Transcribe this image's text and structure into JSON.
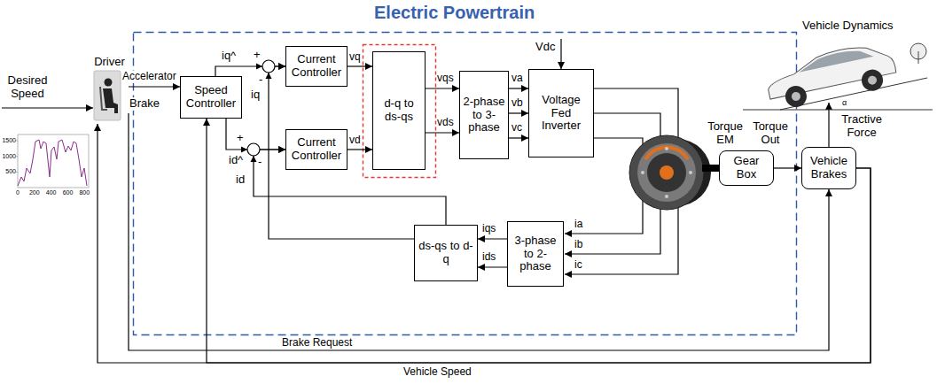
{
  "diagram": {
    "title": "Electric Powertrain",
    "nodes": [
      {
        "text": [
          "Driver"
        ]
      },
      {
        "text": [
          "Speed Controller"
        ]
      },
      {
        "text": [
          "Current Controller"
        ]
      },
      {
        "text": [
          "Current Controller"
        ]
      },
      {
        "text": [
          "d-q to ds-qs"
        ]
      },
      {
        "text": [
          "2-phase to 3-phase"
        ]
      },
      {
        "text": [
          "Voltage Fed Inverter"
        ]
      },
      {
        "text": [
          "Gear Box"
        ]
      },
      {
        "text": [
          "Vehicle Brakes"
        ]
      },
      {
        "text": [
          "3-phase to 2-phase"
        ]
      },
      {
        "text": [
          "ds-qs to d-q"
        ]
      }
    ],
    "edges": [
      {
        "from": 0,
        "to": 1,
        "label": "Accelerator",
        "arrow": "to"
      },
      {
        "from": 0,
        "to": 8,
        "label": "Brake Request",
        "arrow": "to"
      },
      {
        "from": 8,
        "to": 0,
        "label": "Vehicle Speed",
        "arrow": "to"
      },
      {
        "from": 8,
        "to": 1,
        "arrow": "to"
      },
      {
        "from": 1,
        "to": 2,
        "label": "iq^",
        "arrow": "to"
      },
      {
        "from": 1,
        "to": 3,
        "label": "id^",
        "arrow": "to"
      },
      {
        "from": 2,
        "to": 4,
        "label": "vq",
        "arrow": "to"
      },
      {
        "from": 3,
        "to": 4,
        "label": "vd",
        "arrow": "to"
      },
      {
        "from": 4,
        "to": 5,
        "label": "vqs",
        "arrow": "to"
      },
      {
        "from": 4,
        "to": 5,
        "label": "vds",
        "arrow": "to"
      },
      {
        "from": 5,
        "to": 6,
        "label": "va",
        "arrow": "to"
      },
      {
        "from": 5,
        "to": 6,
        "label": "vb",
        "arrow": "to"
      },
      {
        "from": 5,
        "to": 6,
        "label": "vc",
        "arrow": "to"
      },
      {
        "from": 7,
        "to": 8,
        "arrow": "to"
      },
      {
        "from": 9,
        "to": 10,
        "label": "iqs",
        "arrow": "to"
      },
      {
        "from": 9,
        "to": 10,
        "label": "ids",
        "arrow": "to"
      },
      {
        "from": 10,
        "to": 2,
        "label": "iq",
        "arrow": "to"
      },
      {
        "from": 10,
        "to": 3,
        "label": "id",
        "arrow": "to"
      }
    ],
    "labels": [
      "Desired Speed",
      "Brake",
      "1500",
      "1000",
      "500",
      "0",
      "200",
      "400",
      "600",
      "800",
      "+",
      "-",
      "+",
      "-",
      "Vdc",
      "ia",
      "ib",
      "ic",
      "Torque EM",
      "Torque Out",
      "Tractive Force",
      "Vehicle Dynamics",
      "α"
    ]
  }
}
